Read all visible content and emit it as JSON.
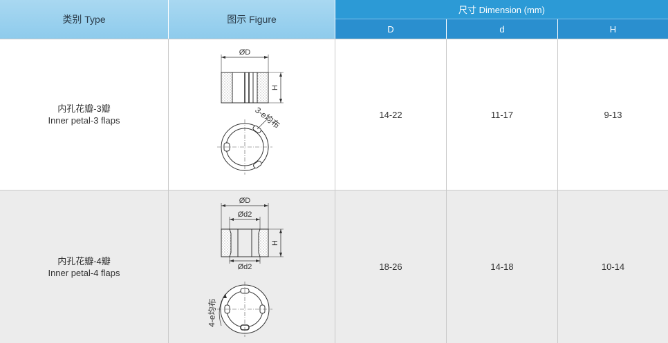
{
  "header": {
    "type_col": "类别 Type",
    "figure_col": "图示 Figure",
    "dimension_group": "尺寸 Dimension (mm)",
    "dim_cols": [
      "D",
      "d",
      "H"
    ]
  },
  "rows": [
    {
      "type_cn": "内孔花瓣-3瓣",
      "type_en": "Inner petal-3 flaps",
      "D": "14-22",
      "d": "11-17",
      "H": "9-13",
      "figure_labels": {
        "outer_diameter": "ØD",
        "height": "H",
        "holes": "3-e均布"
      }
    },
    {
      "type_cn": "内孔花瓣-4瓣",
      "type_en": "Inner petal-4 flaps",
      "D": "18-26",
      "d": "14-18",
      "H": "10-14",
      "figure_labels": {
        "outer_diameter": "ØD",
        "inner_top": "Ød2",
        "inner_bottom": "Ød2",
        "height": "H",
        "holes": "4-e均布"
      }
    }
  ],
  "colors": {
    "header_light": "#a9d8f1",
    "header_blue": "#2c9ad6",
    "row_alt": "#ececec"
  }
}
